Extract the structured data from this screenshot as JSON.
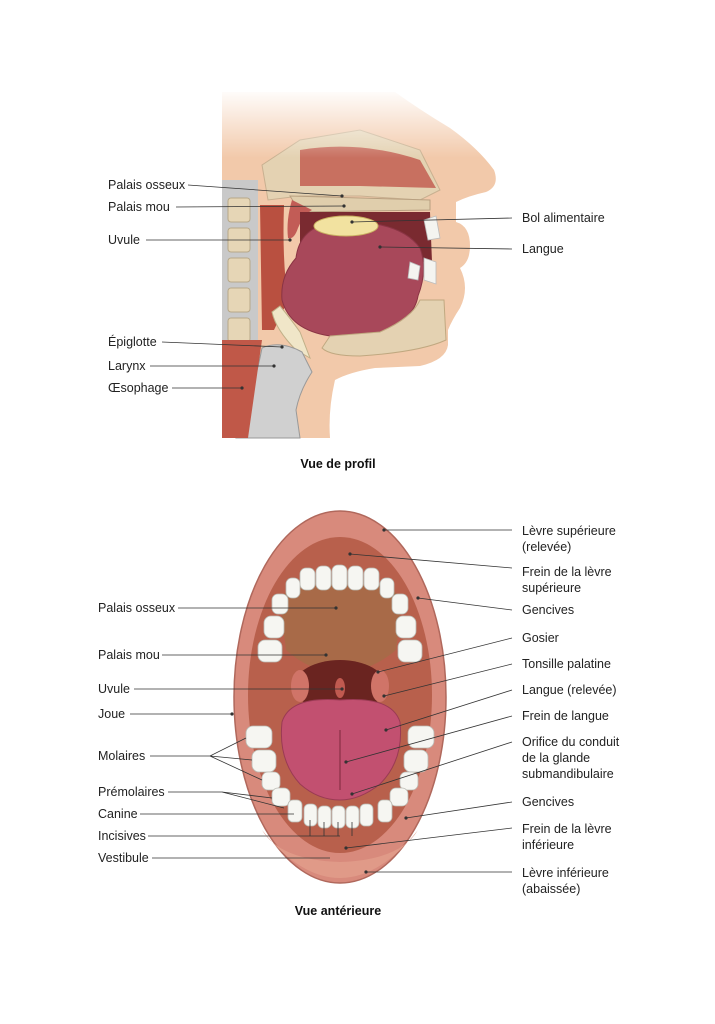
{
  "profile": {
    "caption": "Vue de profil",
    "labels_left": [
      "Palais osseux",
      "Palais mou",
      "Uvule",
      "Épiglotte",
      "Larynx",
      "Œsophage"
    ],
    "labels_right": [
      "Bol alimentaire",
      "Langue"
    ]
  },
  "anterior": {
    "caption": "Vue antérieure",
    "labels_left": [
      "Palais osseux",
      "Palais mou",
      "Uvule",
      "Joue",
      "Molaires",
      "Prémolaires",
      "Canine",
      "Incisives",
      "Vestibule"
    ],
    "labels_right": [
      [
        "Lèvre supérieure",
        "(relevée)"
      ],
      [
        "Frein de la lèvre",
        "supérieure"
      ],
      [
        "Gencives"
      ],
      [
        "Gosier"
      ],
      [
        "Tonsille palatine"
      ],
      [
        "Langue (relevée)"
      ],
      [
        "Frein de langue"
      ],
      [
        "Orifice du conduit",
        "de la glande",
        "submandibulaire"
      ],
      [
        "Gencives"
      ],
      [
        "Frein de la lèvre",
        "inférieure"
      ],
      [
        "Lèvre inférieure",
        "(abaissée)"
      ]
    ]
  },
  "colors": {
    "skin": "#f0c8a8",
    "tissue": "#b85a4e",
    "tongue": "#a8485a",
    "bone": "#e2d4b4",
    "cartilage": "#c8c8c8",
    "food_bolus": "#f0e0a0",
    "lips": "#d88878",
    "palate": "#a86a48"
  }
}
